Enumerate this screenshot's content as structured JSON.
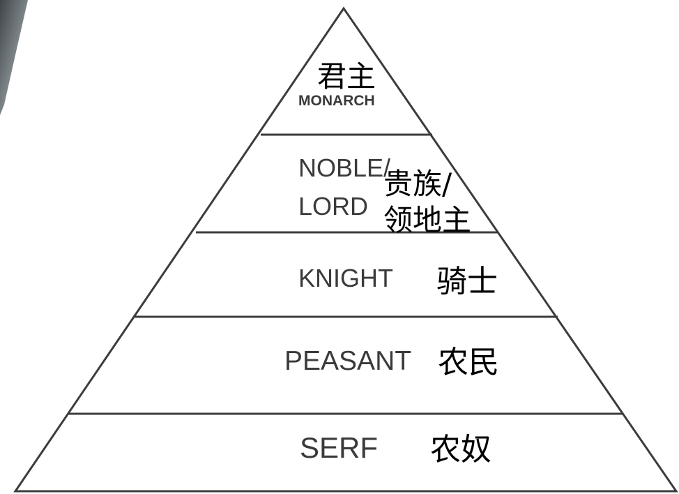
{
  "diagram": {
    "tiers": [
      {
        "en": "MONARCH",
        "zh": "君主"
      },
      {
        "en_line1": "NOBLE/",
        "en_line2": "LORD",
        "zh_line1": "贵族/",
        "zh_line2": "领地主"
      },
      {
        "en": "KNIGHT",
        "zh": "骑士"
      },
      {
        "en": "PEASANT",
        "zh": "农民"
      },
      {
        "en": "SERF",
        "zh": "农奴"
      }
    ]
  },
  "colors": {
    "outline": "#3c3c3c",
    "english_text": "#3a3a3a",
    "chinese_text": "#000000",
    "corner_shade": "#5a6366"
  }
}
